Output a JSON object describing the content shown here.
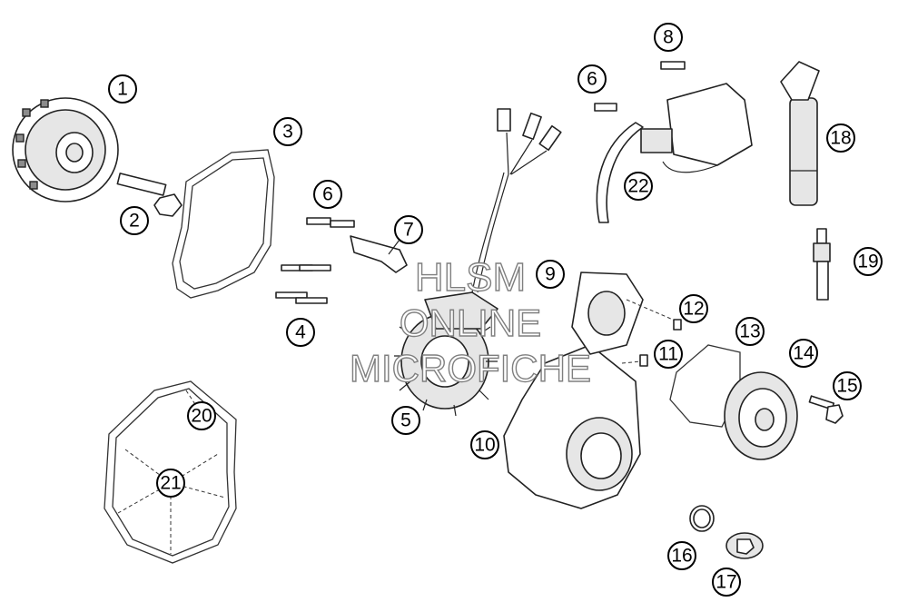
{
  "callouts": [
    {
      "id": "c1",
      "label": "1"
    },
    {
      "id": "c2",
      "label": "2"
    },
    {
      "id": "c3",
      "label": "3"
    },
    {
      "id": "c4",
      "label": "4"
    },
    {
      "id": "c5",
      "label": "5"
    },
    {
      "id": "c6a",
      "label": "6"
    },
    {
      "id": "c6b",
      "label": "6"
    },
    {
      "id": "c7",
      "label": "7"
    },
    {
      "id": "c8",
      "label": "8"
    },
    {
      "id": "c9",
      "label": "9"
    },
    {
      "id": "c10",
      "label": "10"
    },
    {
      "id": "c11",
      "label": "11"
    },
    {
      "id": "c12",
      "label": "12"
    },
    {
      "id": "c13",
      "label": "13"
    },
    {
      "id": "c14",
      "label": "14"
    },
    {
      "id": "c15",
      "label": "15"
    },
    {
      "id": "c16",
      "label": "16"
    },
    {
      "id": "c17",
      "label": "17"
    },
    {
      "id": "c18",
      "label": "18"
    },
    {
      "id": "c19",
      "label": "19"
    },
    {
      "id": "c20",
      "label": "20"
    },
    {
      "id": "c21",
      "label": "21"
    },
    {
      "id": "c22",
      "label": "22"
    }
  ],
  "watermark": {
    "line1": "HLSM",
    "line2": "ONLINE",
    "line3": "MICROFICHE"
  }
}
